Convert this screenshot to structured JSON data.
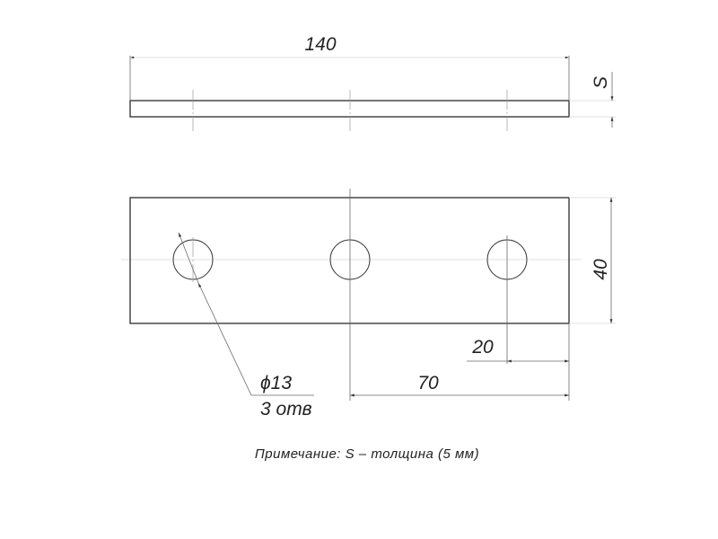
{
  "drawing": {
    "dimensions": {
      "length": "140",
      "thickness": "S",
      "width": "40",
      "edge_offset": "20",
      "center_offset": "70",
      "hole_diameter": "ϕ13",
      "hole_count": "3 отв"
    },
    "note": "Примечание: S – толщина (5 мм)",
    "line_color": "#3a3a3a"
  }
}
